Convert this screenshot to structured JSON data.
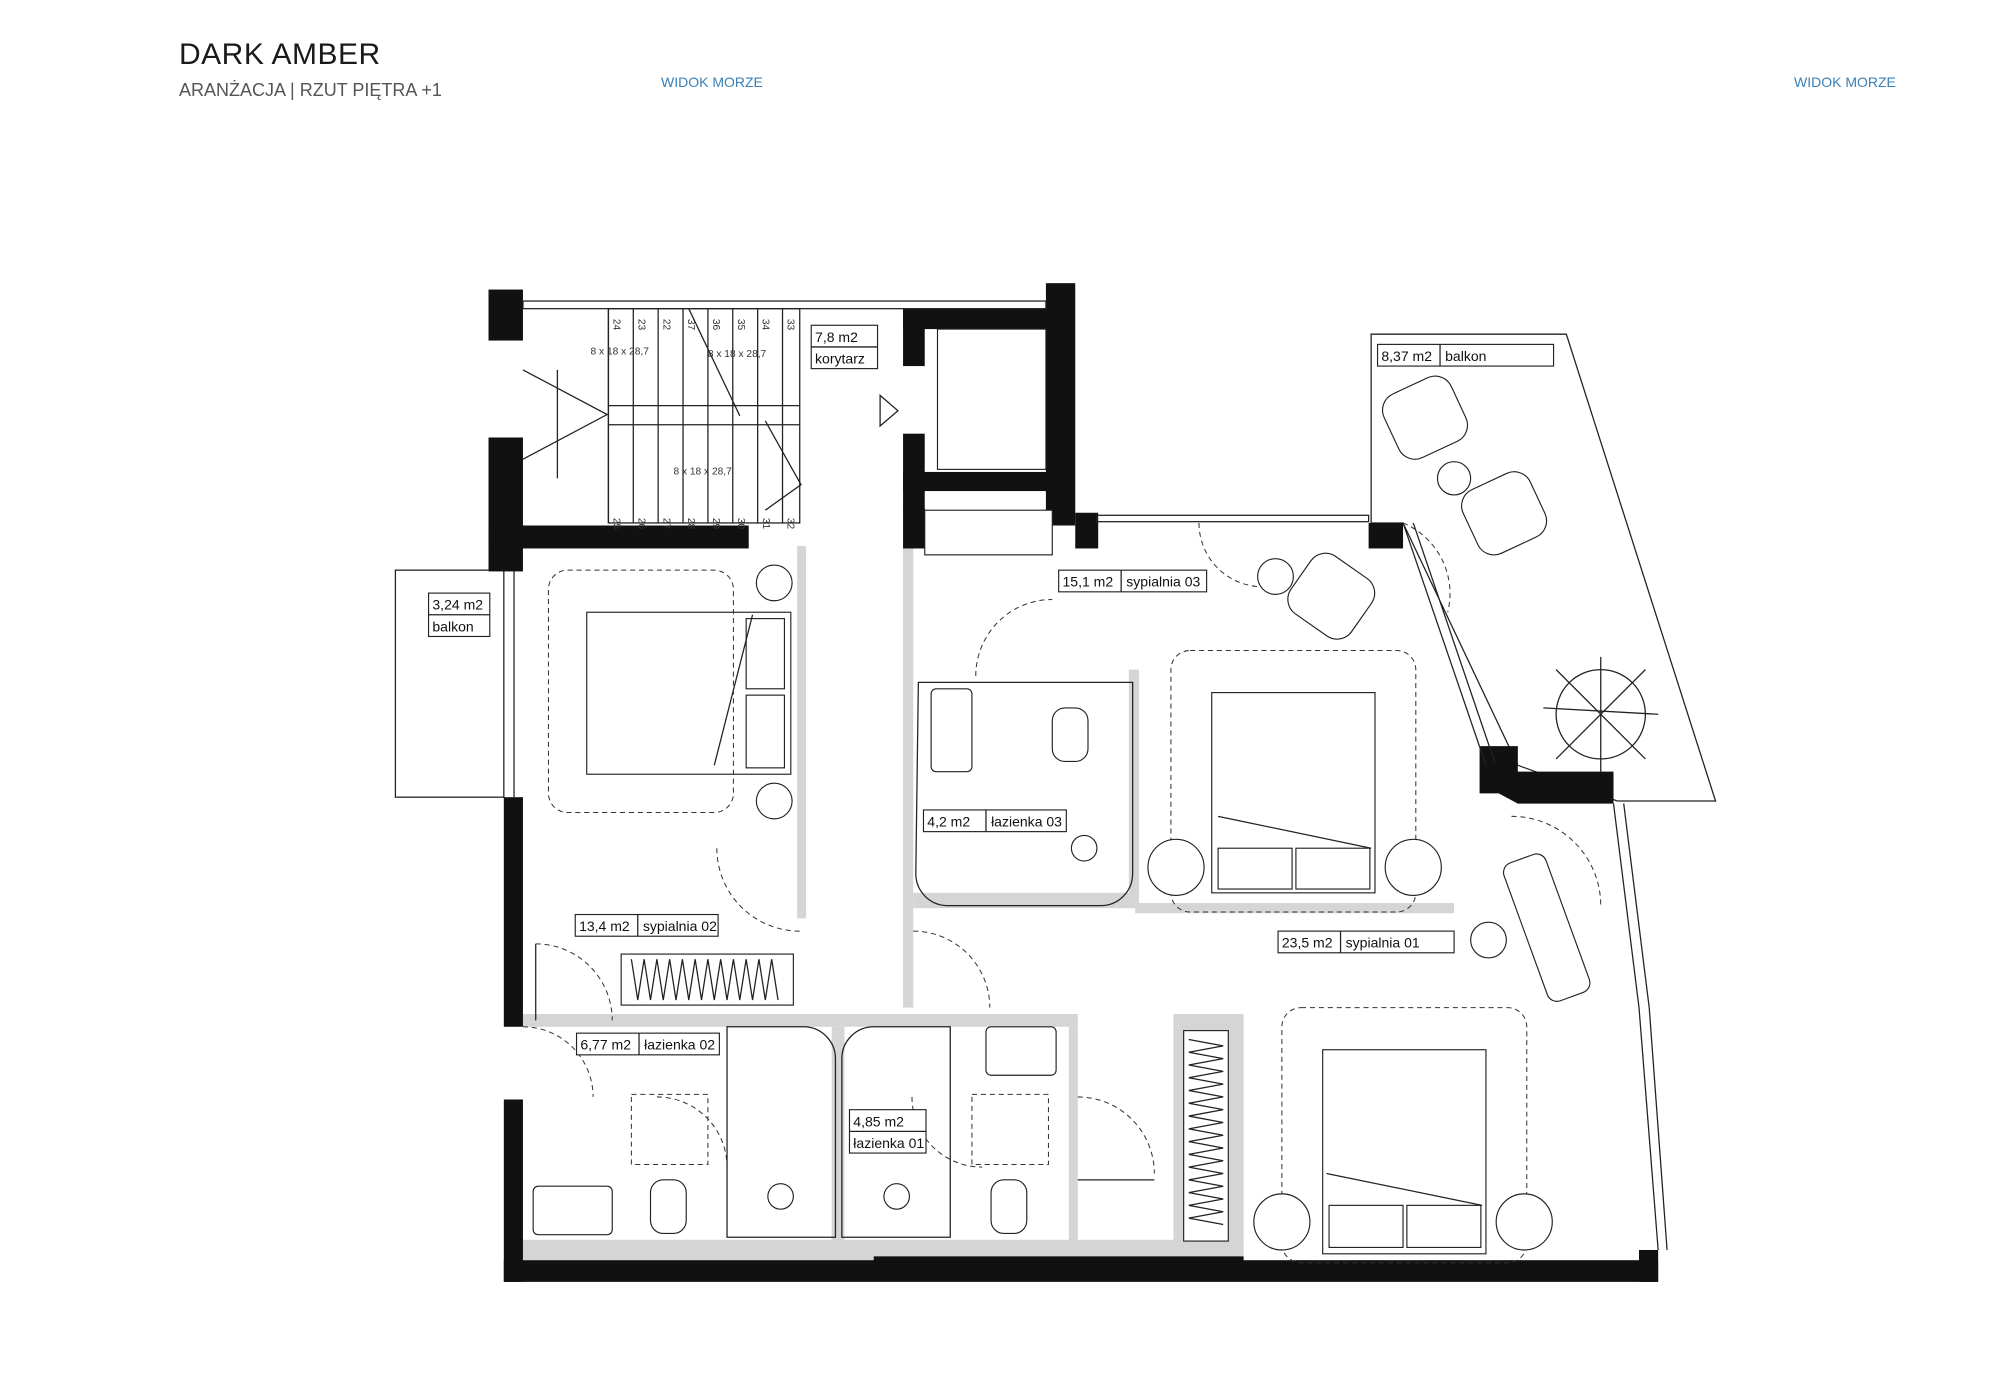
{
  "header": {
    "title": "DARK AMBER",
    "subtitle": "ARANŻACJA | RZUT PIĘTRA +1",
    "view_left": "WIDOK MORZE",
    "view_right": "WIDOK MORZE"
  },
  "stairs": {
    "dims": [
      "8 x 18 x 28,7",
      "8 x 18 x 28,7",
      "8 x 18 x 28,7"
    ],
    "top_steps": [
      "24",
      "23",
      "22",
      "37",
      "36",
      "35",
      "34",
      "33"
    ],
    "bottom_steps": [
      "25",
      "26",
      "27",
      "28",
      "29",
      "30",
      "31",
      "32"
    ]
  },
  "rooms": [
    {
      "area": "7,8 m2",
      "name": "korytarz"
    },
    {
      "area": "8,37 m2",
      "name": "balkon"
    },
    {
      "area": "3,24 m2",
      "name": "balkon"
    },
    {
      "area": "15,1 m2",
      "name": "sypialnia 03"
    },
    {
      "area": "4,2 m2",
      "name": "łazienka 03"
    },
    {
      "area": "13,4 m2",
      "name": "sypialnia 02"
    },
    {
      "area": "23,5 m2",
      "name": "sypialnia 01"
    },
    {
      "area": "6,77 m2",
      "name": "łazienka 02"
    },
    {
      "area": "4,85 m2",
      "name": "łazienka 01"
    }
  ]
}
